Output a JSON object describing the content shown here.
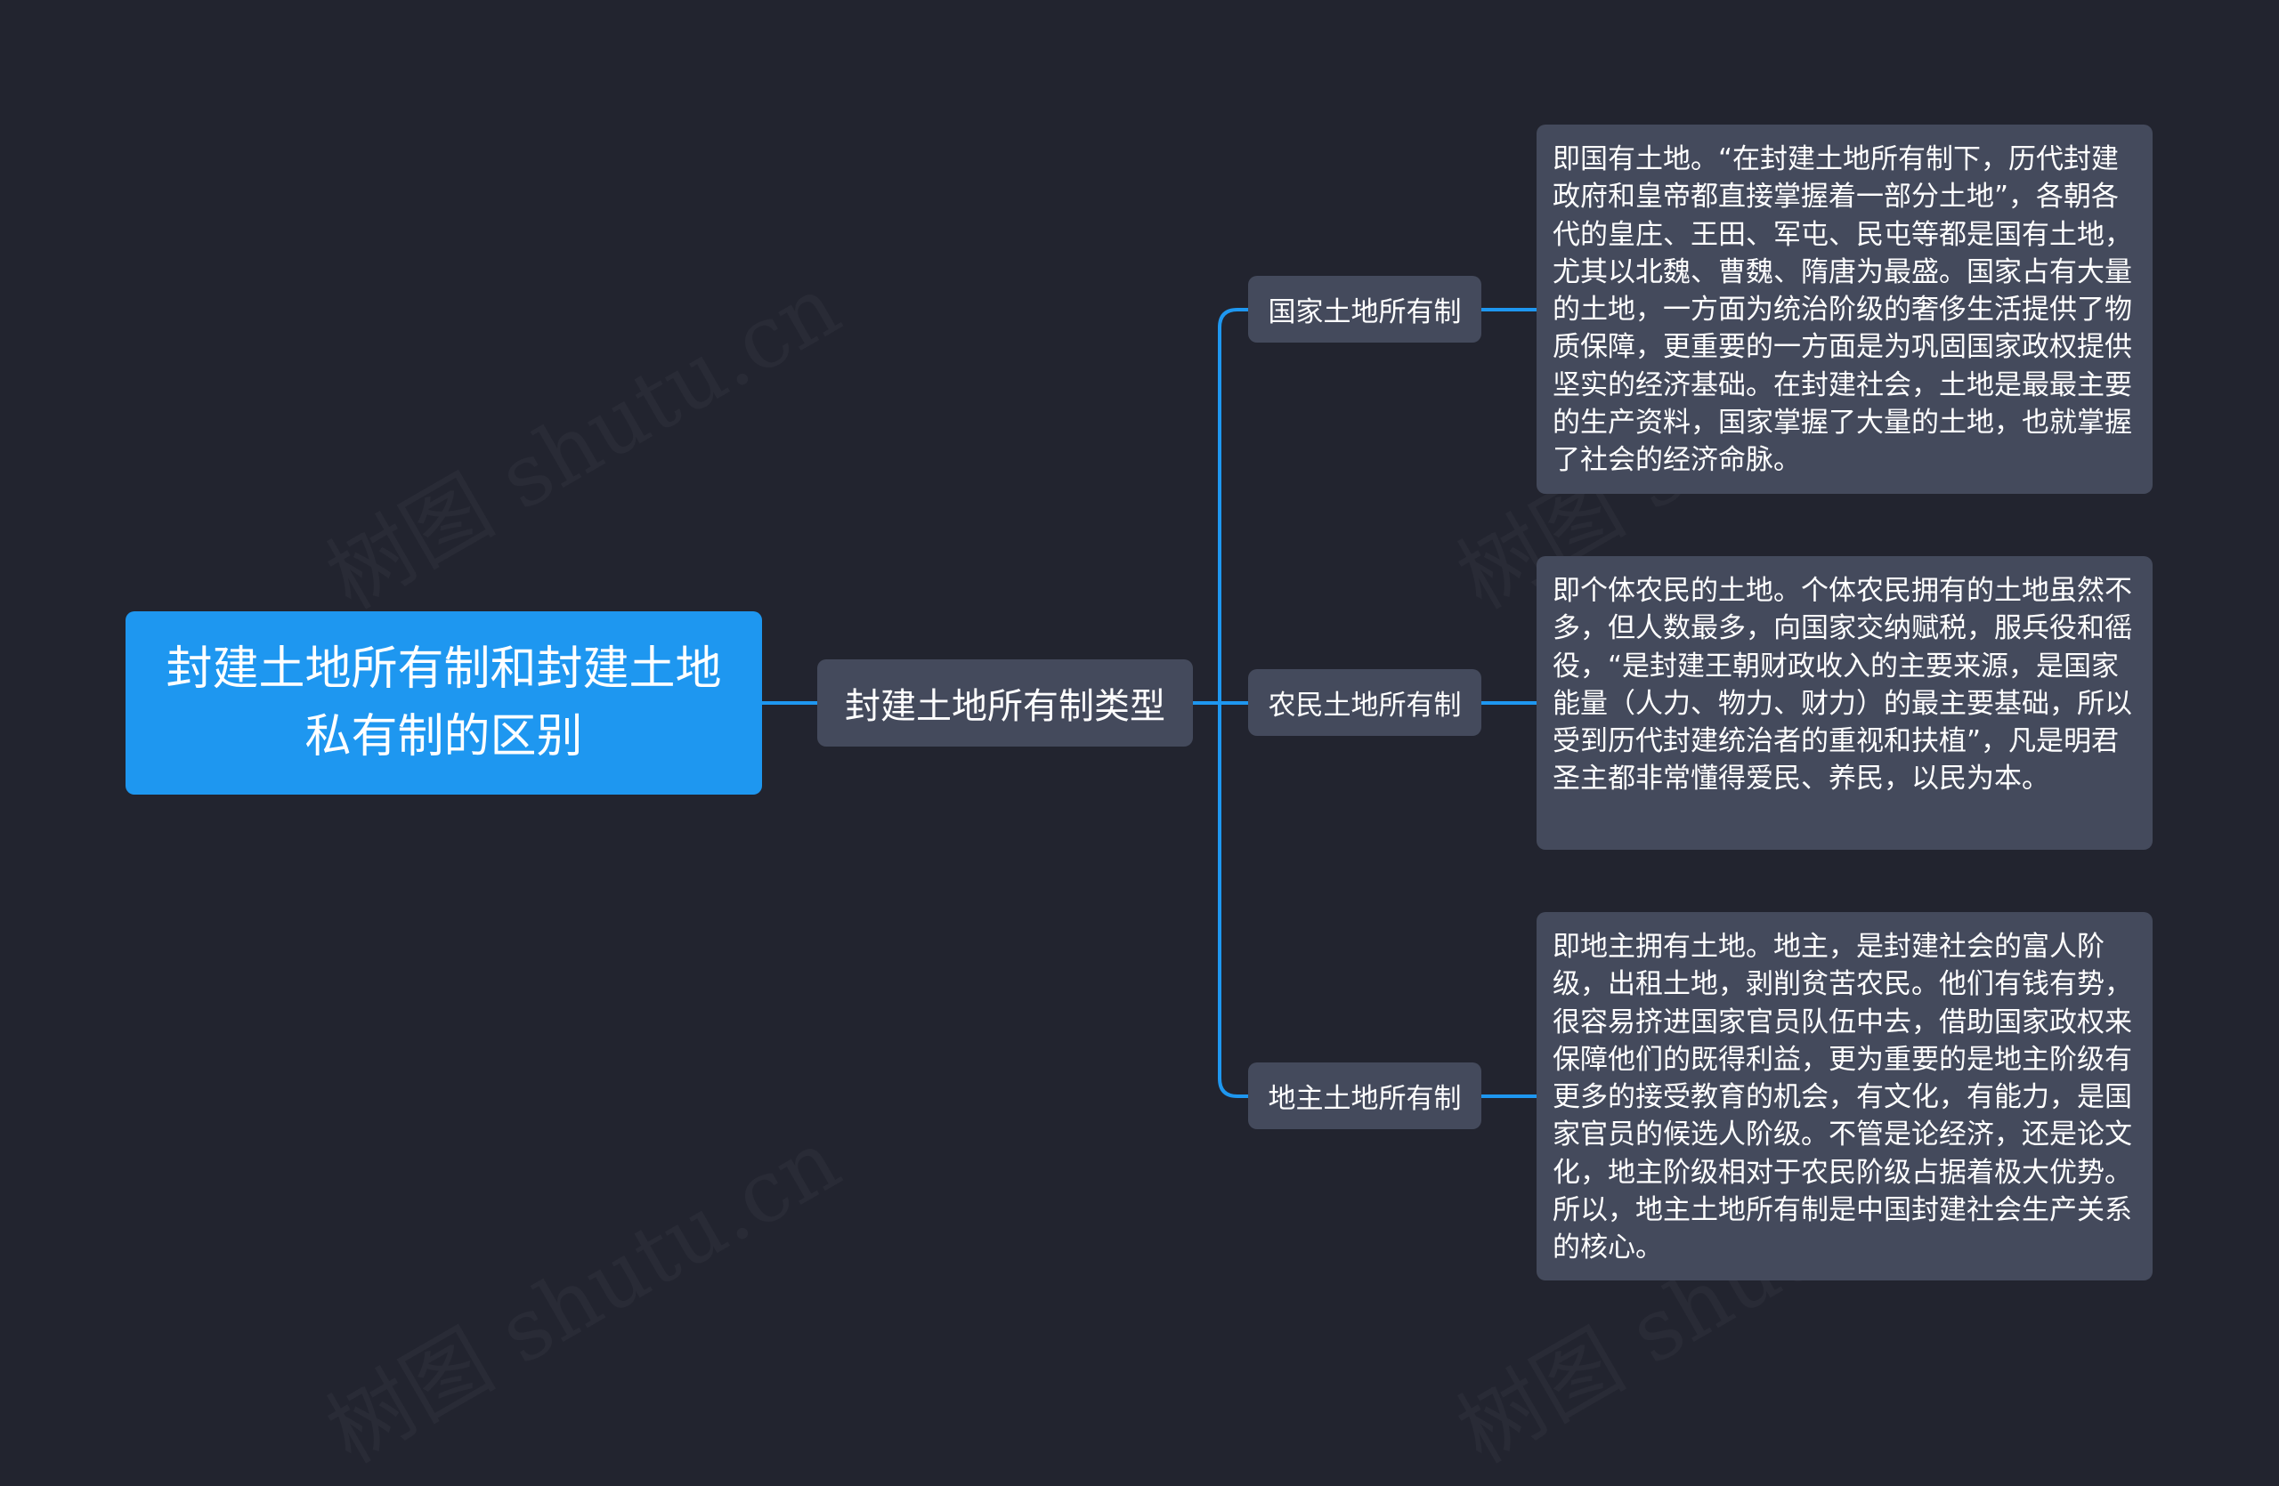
{
  "colors": {
    "background": "#22242f",
    "root_fill": "#1e97f0",
    "node_fill": "#444a5c",
    "connector": "#1e97f0",
    "text": "#ffffff"
  },
  "watermark": "树图 shutu.cn",
  "root": {
    "label": "封建土地所有制和封建土地私有制的区别"
  },
  "branch": {
    "label": "封建土地所有制类型"
  },
  "subtopics": [
    {
      "label": "国家土地所有制",
      "detail": "即国有土地。“在封建土地所有制下，历代封建政府和皇帝都直接掌握着一部分土地”，各朝各代的皇庄、王田、军屯、民屯等都是国有土地，尤其以北魏、曹魏、隋唐为最盛。国家占有大量的土地，一方面为统治阶级的奢侈生活提供了物质保障，更重要的一方面是为巩固国家政权提供坚实的经济基础。在封建社会，土地是最最主要的生产资料，国家掌握了大量的土地，也就掌握了社会的经济命脉。"
    },
    {
      "label": "农民土地所有制",
      "detail": "即个体农民的土地。个体农民拥有的土地虽然不多，但人数最多，向国家交纳赋税，服兵役和徭役，“是封建王朝财政收入的主要来源，是国家能量（人力、物力、财力）的最主要基础，所以受到历代封建统治者的重视和扶植”，凡是明君圣主都非常懂得爱民、养民，以民为本。"
    },
    {
      "label": "地主土地所有制",
      "detail": "即地主拥有土地。地主，是封建社会的富人阶级，出租土地，剥削贫苦农民。他们有钱有势，很容易挤进国家官员队伍中去，借助国家政权来保障他们的既得利益，更为重要的是地主阶级有更多的接受教育的机会，有文化，有能力，是国家官员的候选人阶级。不管是论经济，还是论文化，地主阶级相对于农民阶级占据着极大优势。所以，地主土地所有制是中国封建社会生产关系的核心。"
    }
  ]
}
